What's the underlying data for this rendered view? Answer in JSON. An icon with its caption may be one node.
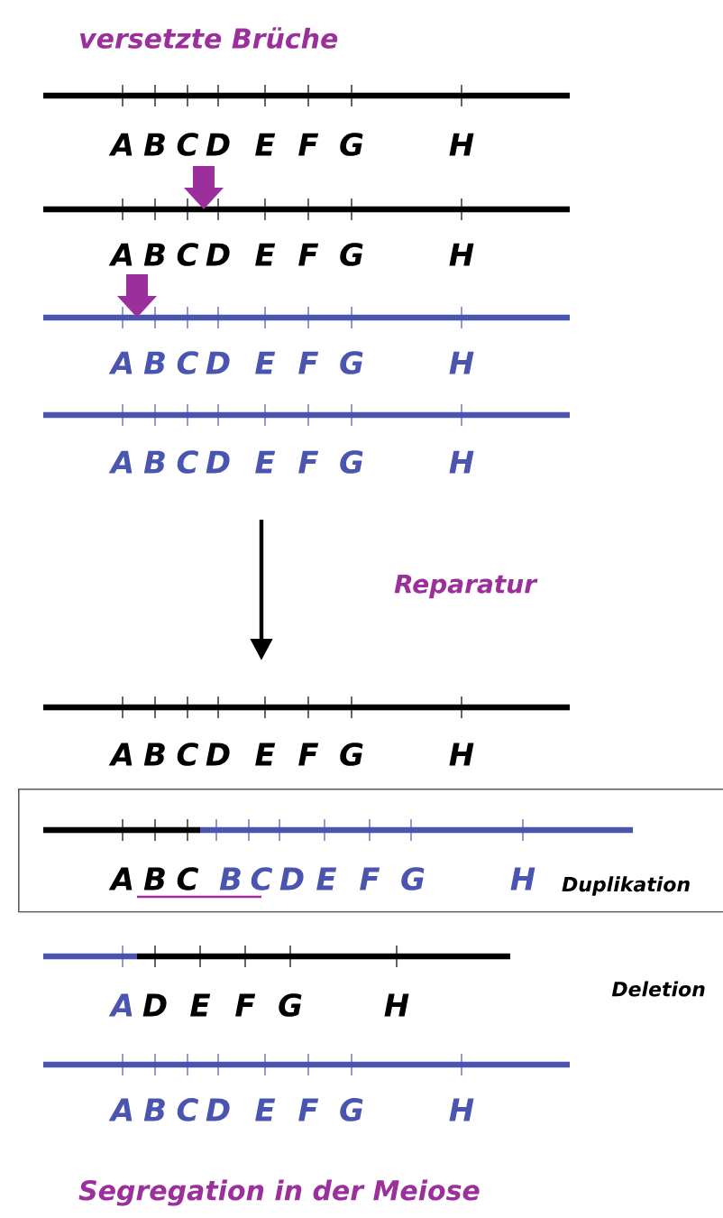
{
  "diagram": {
    "title": "versetzte Brüche",
    "caption": "Segregation in der Meiose",
    "nodes": [
      {
        "text": [
          "Duplikation"
        ]
      }
    ],
    "labels": [
      "A",
      "B",
      "C",
      "D",
      "E",
      "F",
      "G",
      "H",
      "A",
      "B",
      "C",
      "D",
      "E",
      "F",
      "G",
      "H",
      "A",
      "B",
      "C",
      "D",
      "E",
      "F",
      "G",
      "H",
      "A",
      "B",
      "C",
      "D",
      "E",
      "F",
      "G",
      "H",
      "Reparatur",
      "A",
      "B",
      "C",
      "D",
      "E",
      "F",
      "G",
      "H",
      "A",
      "B",
      "C",
      "B",
      "C",
      "D",
      "E",
      "F",
      "G",
      "H",
      "A",
      "D",
      "E",
      "F",
      "G",
      "H",
      "Deletion",
      "A",
      "B",
      "C",
      "D",
      "E",
      "F",
      "G",
      "H"
    ]
  }
}
